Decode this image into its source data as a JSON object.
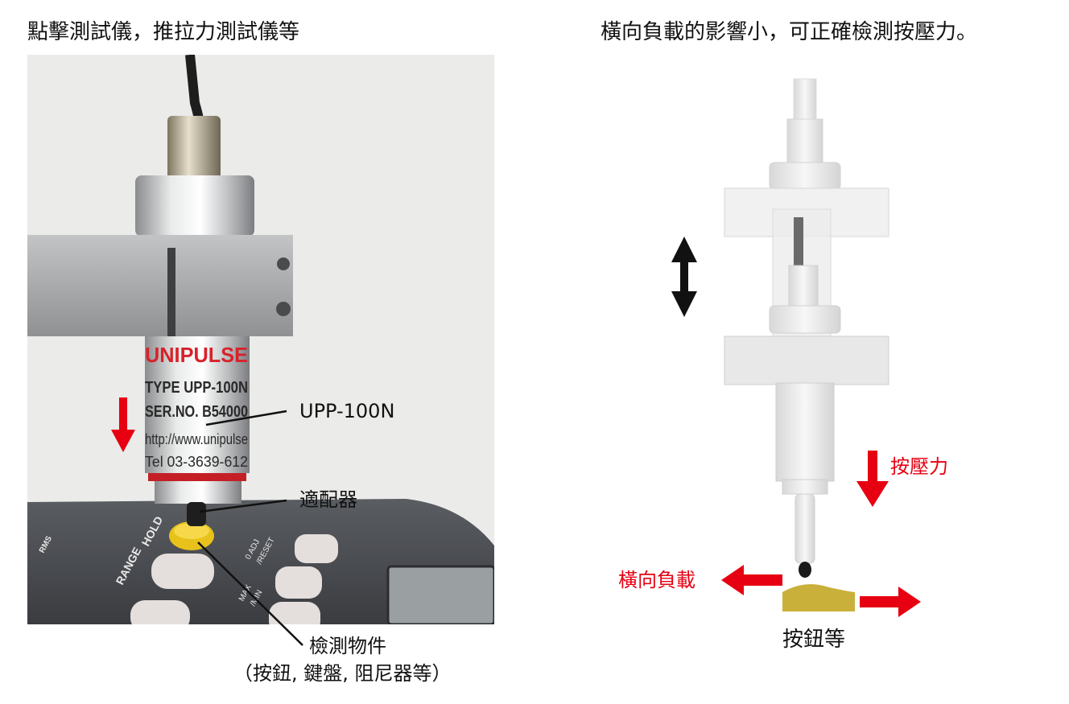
{
  "left_panel": {
    "title": "點擊測試儀，推拉力測試儀等",
    "photo_label_sensor_model": "UPP-100N",
    "photo_label_adapter": "適配器",
    "photo_label_object_line1": "檢測物件",
    "photo_label_object_line2": "（按鈕, 鍵盤, 阻尼器等）",
    "sensor_print_brand": "UNIPULSE",
    "sensor_print_type": "TYPE UPP-100N",
    "sensor_print_serial": "SER.NO. B54000",
    "sensor_print_url": "http://www.unipulse",
    "sensor_print_tel": "Tel 03-3639-612",
    "device_print_range": "RANGE",
    "device_print_hold": "HOLD",
    "device_print_adj": "0 ADJ",
    "device_print_reset": "/RESET",
    "device_print_max": "MAX",
    "device_print_min": "/MIN",
    "device_print_rms": "RMS"
  },
  "right_panel": {
    "title": "橫向負載的影響小，可正確檢測按壓力。",
    "label_press_force": "按壓力",
    "label_lateral_load": "橫向負載",
    "label_button": "按鈕等"
  },
  "colors": {
    "accent_red": "#e60012",
    "button_gold": "#c9b03a",
    "photo_bg": "#ebebea",
    "device_dark": "#4a4d52",
    "arrow_black": "#111111"
  },
  "icons": {
    "press_direction": "down-arrow-icon",
    "vertical_motion": "double-vertical-arrow-icon",
    "lateral_left": "left-arrow-icon",
    "lateral_right": "right-arrow-icon"
  }
}
